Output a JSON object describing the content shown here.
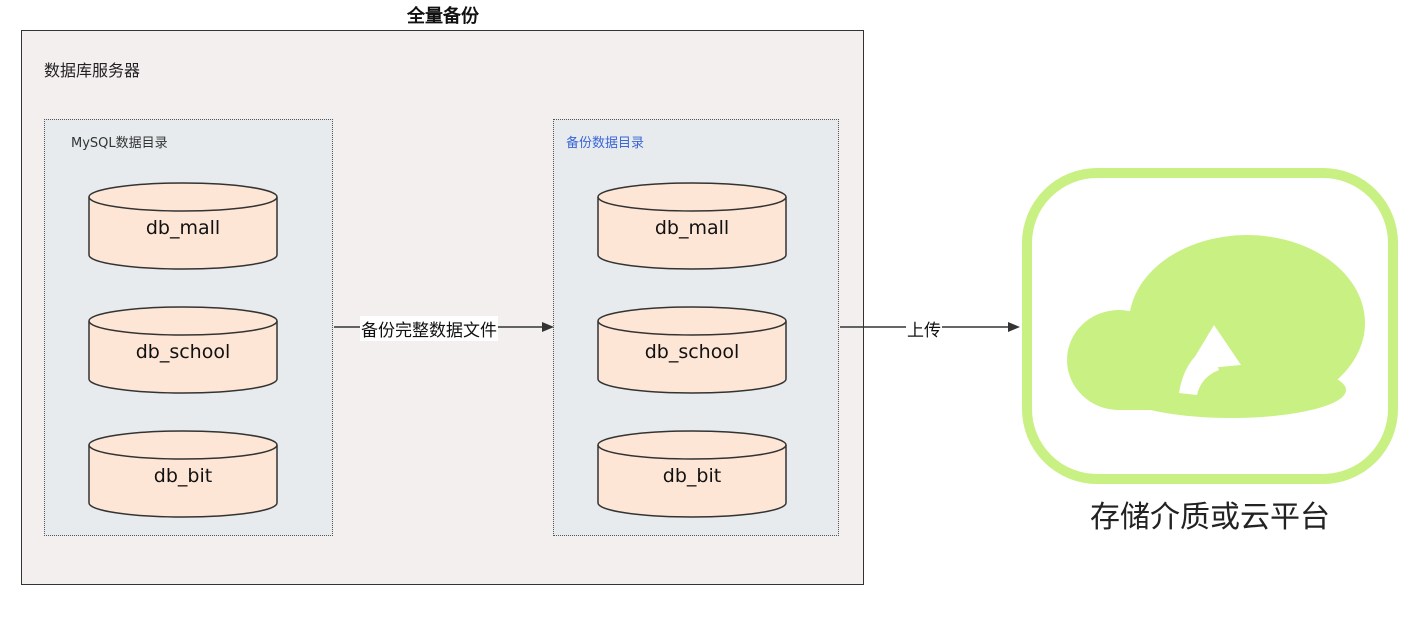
{
  "title": "全量备份",
  "server": {
    "label": "数据库服务器"
  },
  "source_dir": {
    "label": "MySQL数据目录",
    "databases": [
      "db_mall",
      "db_school",
      "db_bit"
    ]
  },
  "backup_dir": {
    "label": "备份数据目录",
    "databases": [
      "db_mall",
      "db_school",
      "db_bit"
    ]
  },
  "edges": {
    "backup_label": "备份完整数据文件",
    "upload_label": "上传"
  },
  "storage": {
    "label": "存储介质或云平台"
  },
  "colors": {
    "cylinder_fill": "#fde6d6",
    "cloud_green": "#c9f082",
    "backup_dir_label": "#3a66d6"
  }
}
